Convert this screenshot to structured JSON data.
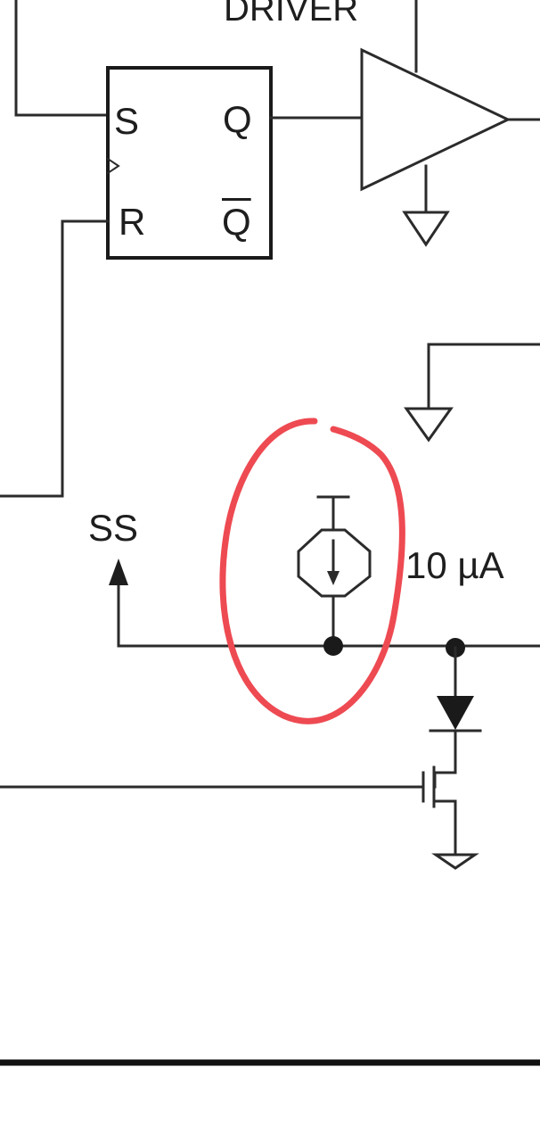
{
  "labels": {
    "driver": "DRIVER",
    "s": "S",
    "q": "Q",
    "r": "R",
    "q_bar": "Q",
    "ss": "SS",
    "current": "10 µA"
  },
  "colors": {
    "line": "#2b2b2b",
    "annotation": "#ee4a52",
    "background": "#ffffff"
  }
}
